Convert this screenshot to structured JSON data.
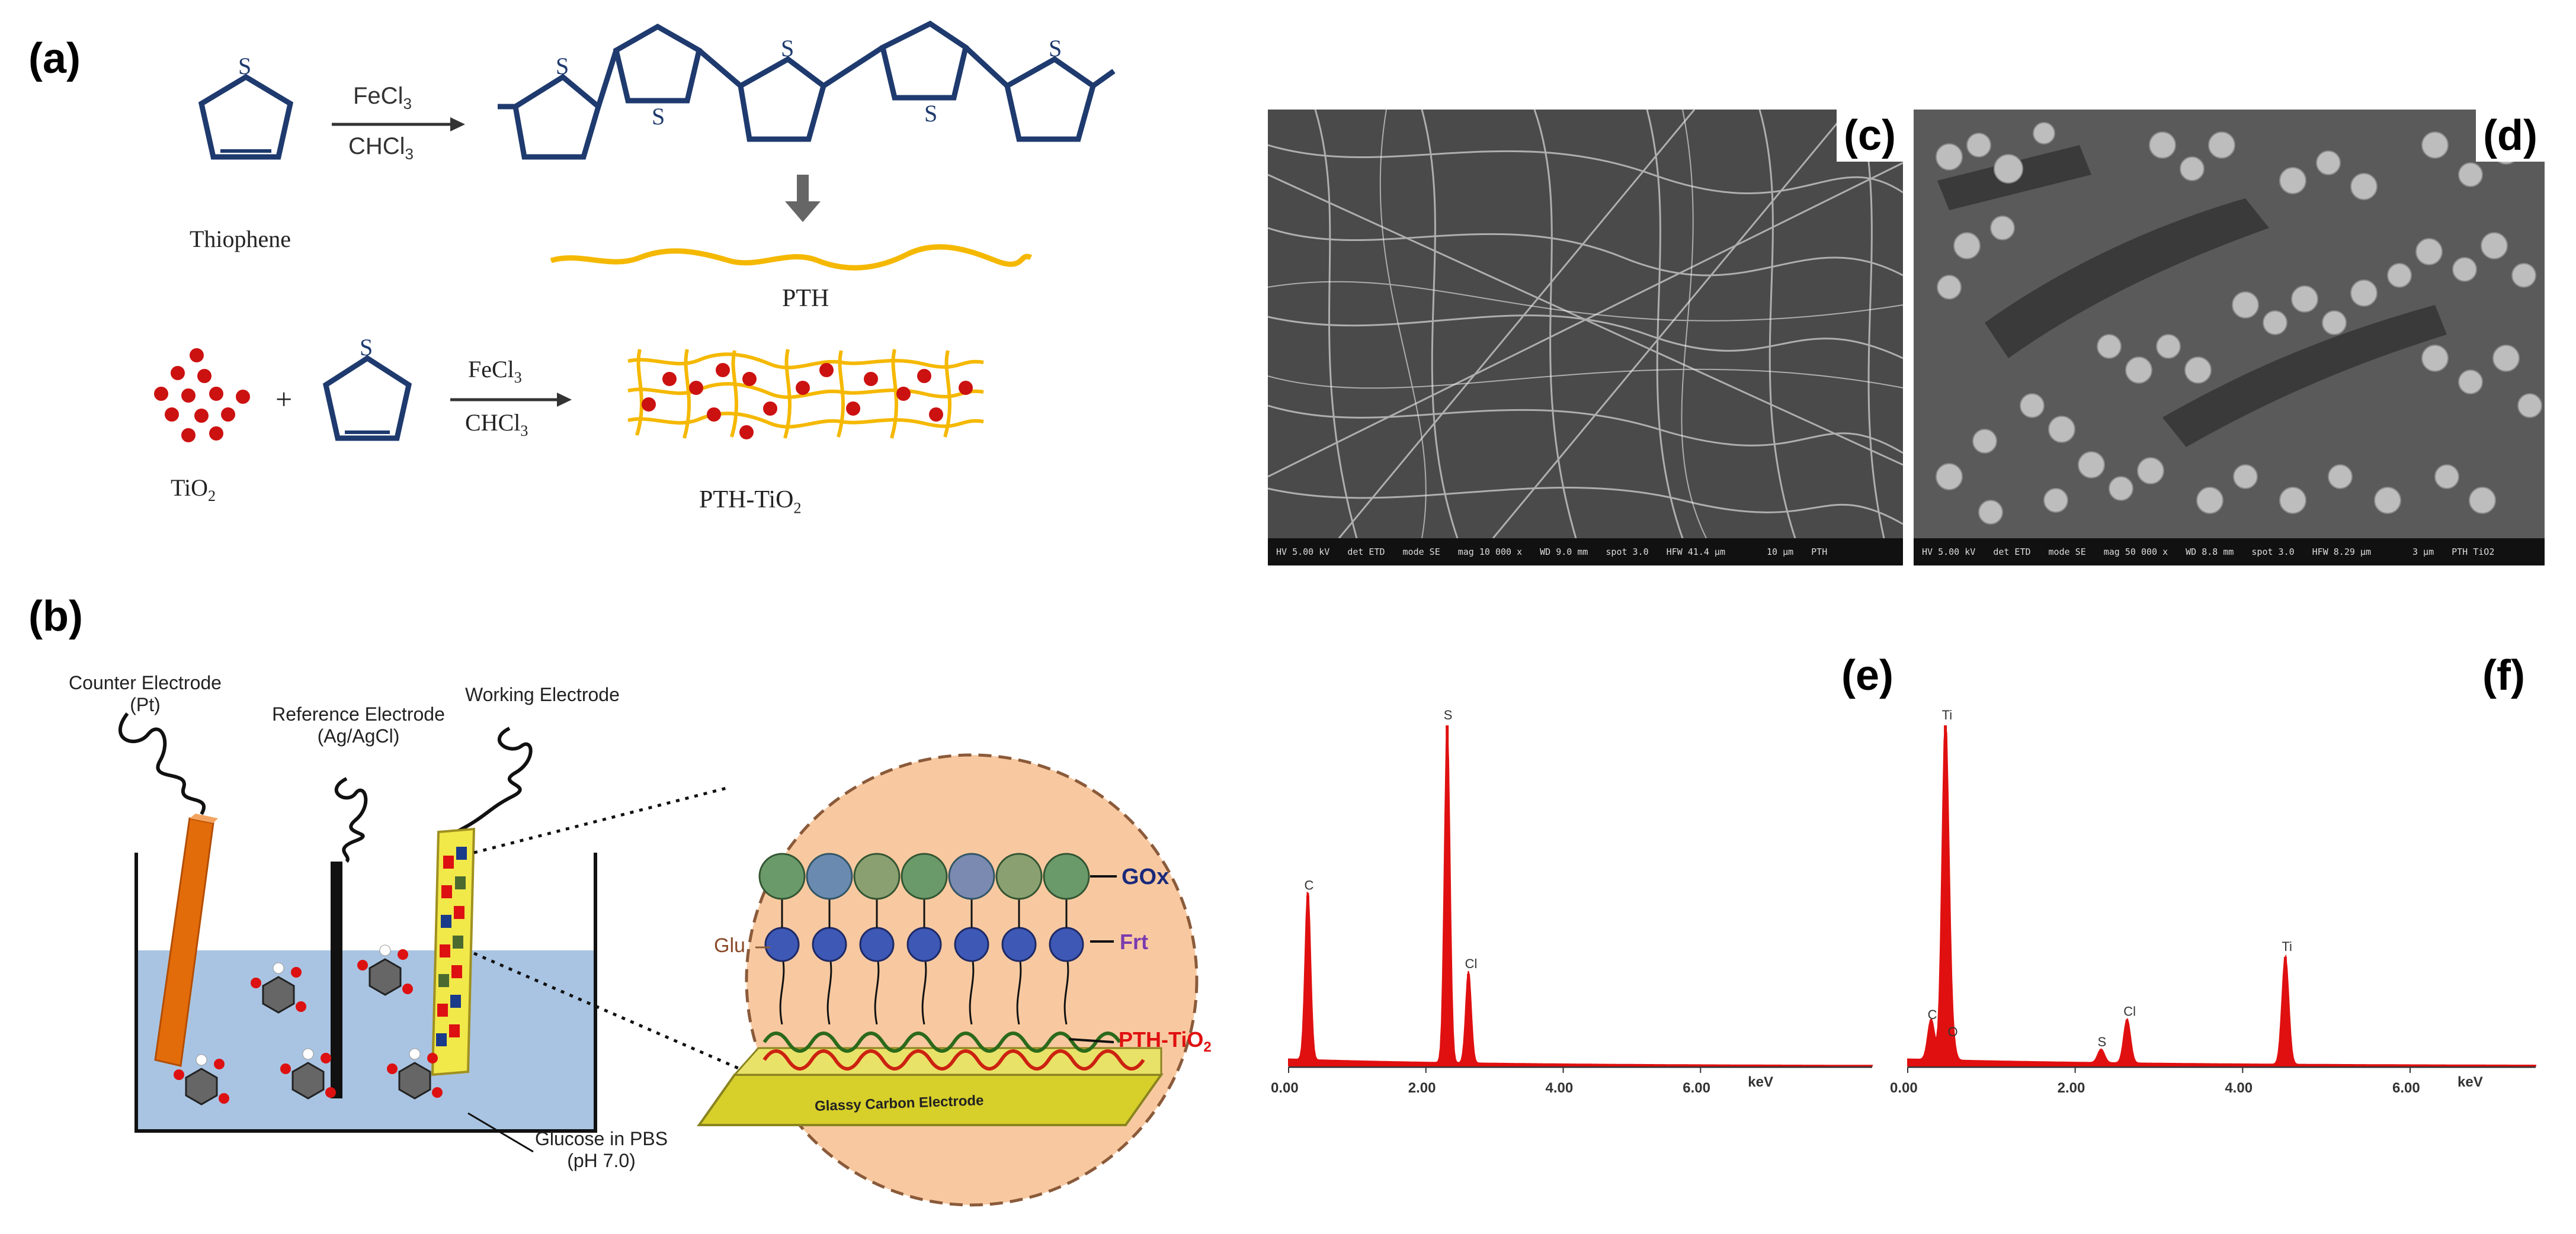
{
  "panels": {
    "a": "(a)",
    "b": "(b)",
    "c": "(c)",
    "d": "(d)",
    "e": "(e)",
    "f": "(f)"
  },
  "scheme_a": {
    "thiophene_atom": "S",
    "reagent_top_1": "FeCl",
    "reagent_top_1_sub": "3",
    "reagent_top_2": "CHCl",
    "reagent_top_2_sub": "3",
    "thiophene_label": "Thiophene",
    "pth_label": "PTH",
    "tio2_label": "TiO",
    "tio2_sub": "2",
    "plus": "+",
    "reagent_bottom_1": "FeCl",
    "reagent_bottom_1_sub": "3",
    "reagent_bottom_2": "CHCl",
    "reagent_bottom_2_sub": "3",
    "composite_label": "PTH-TiO",
    "composite_sub": "2"
  },
  "scheme_b": {
    "counter_electrode": "Counter Electrode",
    "counter_material": "(Pt)",
    "reference_electrode": "Reference Electrode",
    "reference_material": "(Ag/AgCl)",
    "working_electrode": "Working Electrode",
    "electrolyte": "Glucose in PBS",
    "electrolyte_ph": "(pH 7.0)",
    "gox": "GOx",
    "glu": "Glu",
    "frt": "Frt",
    "pth_tio2": "PTH-TiO",
    "pth_tio2_sub": "2",
    "gce": "Glassy Carbon Electrode"
  },
  "sem_c": {
    "badge": "(c)",
    "info": [
      "HV 5.00 kV",
      "det ETD",
      "mode SE",
      "mag 10 000 x",
      "WD 9.0 mm",
      "spot 3.0",
      "HFW 41.4 µm"
    ],
    "scale": "10 µm",
    "sample": "PTH"
  },
  "sem_d": {
    "badge": "(d)",
    "info": [
      "HV 5.00 kV",
      "det ETD",
      "mode SE",
      "mag 50 000 x",
      "WD 8.8 mm",
      "spot 3.0",
      "HFW 8.29 µm"
    ],
    "scale": "3 µm",
    "sample": "PTH TiO2"
  },
  "chart_data": [
    {
      "type": "line",
      "panel": "(e)",
      "xlabel": "keV",
      "xlim": [
        0,
        8.5
      ],
      "xticks": [
        "0.00",
        "2.00",
        "4.00",
        "6.00"
      ],
      "color": "#e01010",
      "peaks": [
        {
          "label": "C",
          "x": 0.28,
          "y": 0.5
        },
        {
          "label": "S",
          "x": 2.31,
          "y": 1.0
        },
        {
          "label": "Cl",
          "x": 2.62,
          "y": 0.27
        }
      ]
    },
    {
      "type": "line",
      "panel": "(f)",
      "xlabel": "keV",
      "xlim": [
        0,
        7.5
      ],
      "xticks": [
        "0.00",
        "2.00",
        "4.00",
        "6.00"
      ],
      "color": "#e01010",
      "peaks": [
        {
          "label": "Ti",
          "x": 0.45,
          "y": 1.0
        },
        {
          "label": "C",
          "x": 0.28,
          "y": 0.12
        },
        {
          "label": "O",
          "x": 0.52,
          "y": 0.07
        },
        {
          "label": "S",
          "x": 2.31,
          "y": 0.04
        },
        {
          "label": "Cl",
          "x": 2.62,
          "y": 0.13
        },
        {
          "label": "Ti",
          "x": 4.51,
          "y": 0.32
        }
      ]
    }
  ]
}
